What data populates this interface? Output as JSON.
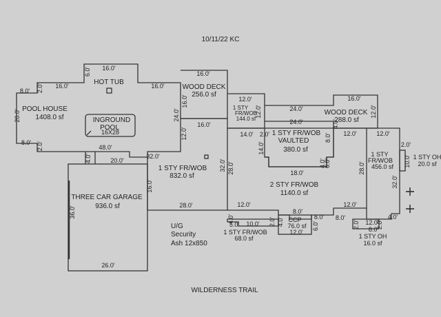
{
  "header": {
    "date": "10/11/22 KC"
  },
  "footer": {
    "street": "WILDERNESS TRAIL"
  },
  "areas": {
    "pool_house": {
      "name": "POOL HOUSE",
      "area": "1408.0 sf"
    },
    "hot_tub": {
      "name": "HOT TUB"
    },
    "pool": {
      "line1": "INGROUND",
      "line2": "POOL",
      "size": "16X28"
    },
    "wood_deck_1": {
      "name": "WOOD DECK",
      "area": "256.0 sf"
    },
    "fr_wob_small": {
      "line1": "1 STY",
      "line2": "FR/WOB",
      "area": "144.0 sf"
    },
    "wood_deck_2": {
      "name": "WOOD DECK",
      "area": "288.0 sf"
    },
    "vaulted": {
      "line1": "1 STY FR/WOB",
      "line2": "VAULTED",
      "area": "380.0 sf"
    },
    "main_1sty": {
      "name": "1 STY FR/WOB",
      "area": "832.0 sf"
    },
    "garage": {
      "name": "THREE CAR GARAGE",
      "area": "936.0 sf"
    },
    "main_2sty": {
      "name": "2 STY FR/WOB",
      "area": "1140.0 sf"
    },
    "east_wing": {
      "line1": "1 STY",
      "line2": "FR/WOB",
      "area": "456.0 sf"
    },
    "oh_east": {
      "name": "1 STY OH",
      "area": "20.0 sf"
    },
    "fr_wob_front": {
      "name": "1 STY FR/WOB",
      "area": "68.0 sf"
    },
    "ccp": {
      "name": "CCP",
      "area": "76.0 sf"
    },
    "oh_front": {
      "name": "1 STY OH",
      "area": "16.0 sf"
    },
    "ug": {
      "line1": "U/G",
      "line2": "Security",
      "line3": "Ash 12x850"
    }
  },
  "dims": {
    "d_ph_top": "16.0'",
    "d_ph_left_top": "8.0'",
    "d_ph_left_2": "2.0'",
    "d_ph_left_16": "16.0'",
    "d_ph_6": "6.0'",
    "d_ph_right16": "16.0'",
    "d_ph_20": "20.0'",
    "d_ph_bot8": "8.0'",
    "d_ph_bot2": "2.0'",
    "d_ph_48": "48.0'",
    "d_ph_16b": "16.0'",
    "d_ph_24": "24.0'",
    "d_ph_12": "12.0'",
    "d_wd1_top": "16.0'",
    "d_s144_top": "12.0'",
    "d_s144_12": "12.0'",
    "d_wd2_24": "24.0'",
    "d_wd2_top": "16.0'",
    "d_wd2_12r": "12.0'",
    "d_wd2_4": "4.0'",
    "d_v_14": "14.0'",
    "d_v_2": "2.0'",
    "d_v_24": "24.0'",
    "d_v_14b": "14.0'",
    "d_v_12": "12.0'",
    "d_v_8": "8.0'",
    "d_v_4": "4.0'",
    "d_v_18": "18.0'",
    "d_v_6": "6.0'",
    "d_e_12a": "12.0'",
    "d_e_12b": "12.0'",
    "d_e_28": "28.0'",
    "d_e_32": "32.0'",
    "d_e_12c": "12.0'",
    "d_e_8": "8.0'",
    "d_e_4": "4.0'",
    "d_e_2": "2.0'",
    "d_e_10": "10.0'",
    "d_e_12d": "12.0'",
    "d_e_2b": "2.0'",
    "d_e_8b": "8.0'",
    "d_e_2c": "2.0'",
    "d_m_20": "20.0'",
    "d_m_32": "32.0'",
    "d_m_4": "4.0'",
    "d_m_32v": "32.0'",
    "d_m_28v": "28.0'",
    "d_m_12": "12.0'",
    "d_g_36": "36.0'",
    "d_g_16": "16.0'",
    "d_g_28": "28.0'",
    "d_g_26": "26.0'",
    "d_f_5": "5.0'",
    "d_f_10": "10.0'",
    "d_f_4": "4.0'",
    "d_f_2": "2.0'",
    "d_f_4b": "4.0'",
    "d_c_8": "8.0'",
    "d_c_6": "6.0'",
    "d_c_12": "12.0'",
    "d_c_8b": "8.0'"
  }
}
